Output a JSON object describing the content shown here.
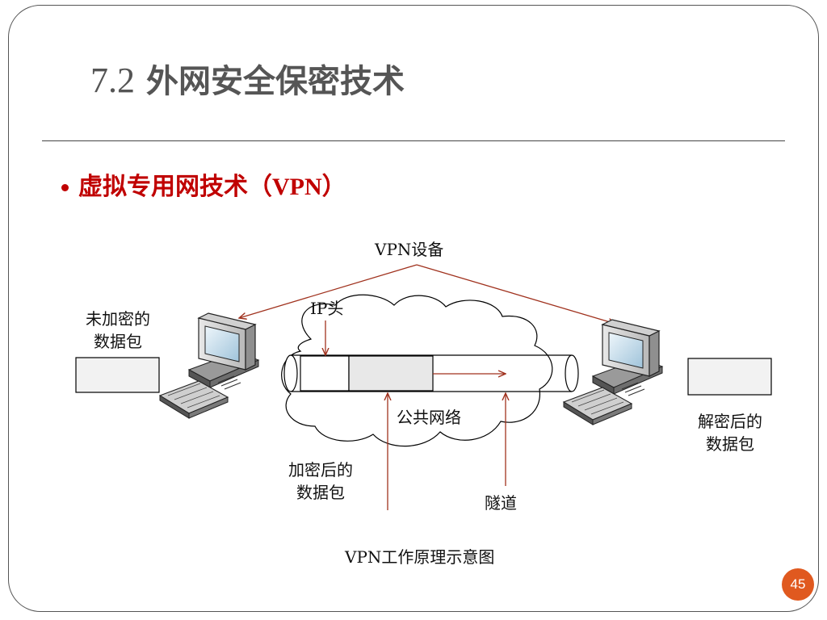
{
  "slide": {
    "title_number": "7.2",
    "title_text": "外网安全保密技术",
    "bullet_text": "虚拟专用网技术（",
    "bullet_vpn": "VPN",
    "bullet_close": "）",
    "page_number": "45"
  },
  "diagram": {
    "vpn_device_label": "VPN设备",
    "ip_header_label": "IP头",
    "unencrypted_packet_label_line1": "未加密的",
    "unencrypted_packet_label_line2": "数据包",
    "public_network_label": "公共网络",
    "encrypted_packet_label_line1": "加密后的",
    "encrypted_packet_label_line2": "数据包",
    "tunnel_label": "隧道",
    "decrypted_packet_label_line1": "解密后的",
    "decrypted_packet_label_line2": "数据包",
    "caption": "VPN工作原理示意图"
  },
  "colors": {
    "title": "#555555",
    "bullet": "#c00000",
    "arrow": "#a0321e",
    "badge": "#e0591f"
  }
}
